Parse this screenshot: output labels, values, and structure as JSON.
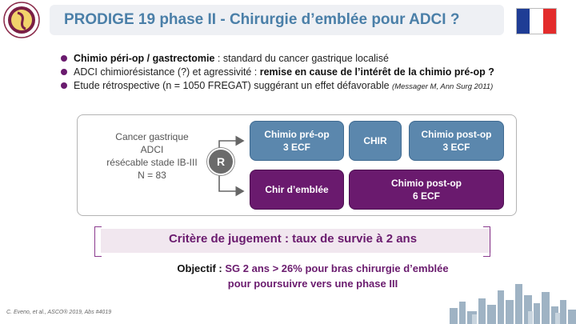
{
  "header": {
    "title": "PRODIGE 19 phase II - Chirurgie d’emblée pour ADCI ?"
  },
  "bullets": [
    {
      "bold": "Chimio péri-op / gastrectomie",
      "rest": " : standard du cancer gastrique localisé",
      "ref": ""
    },
    {
      "bold_pre": "ADCI chimiorésistance (?) et agressivité : ",
      "bold": "remise en cause de l’intérêt de la chimio pré-op ?"
    },
    {
      "text": "Etude rétrospective (n = 1050 FREGAT) suggérant un effet défavorable ",
      "ref": "(Messager M, Ann Surg 2011)"
    }
  ],
  "diagram": {
    "population": [
      "Cancer gastrique",
      "ADCI",
      "résécable stade IB-III",
      "N = 83"
    ],
    "randomization": "R",
    "arm_a": {
      "step1": [
        "Chimio pré-op",
        "3 ECF"
      ],
      "step2": "CHIR",
      "step3": [
        "Chimio post-op",
        "3 ECF"
      ]
    },
    "arm_b": {
      "step1": "Chir d’emblée",
      "step2": [
        "Chimio post-op",
        "6 ECF"
      ]
    }
  },
  "criterion": "Critère de jugement : taux de survie à 2 ans",
  "objective": {
    "label": "Objectif :",
    "line1": "SG 2 ans > 26% pour bras chirurgie d’emblée",
    "line2": "pour poursuivre vers une phase III"
  },
  "footer": "C. Eveno, et al., ASCO® 2019, Abs #4019",
  "colors": {
    "blue": "#5b87ad",
    "purple": "#6a1a6e",
    "title": "#4a7fa8"
  }
}
